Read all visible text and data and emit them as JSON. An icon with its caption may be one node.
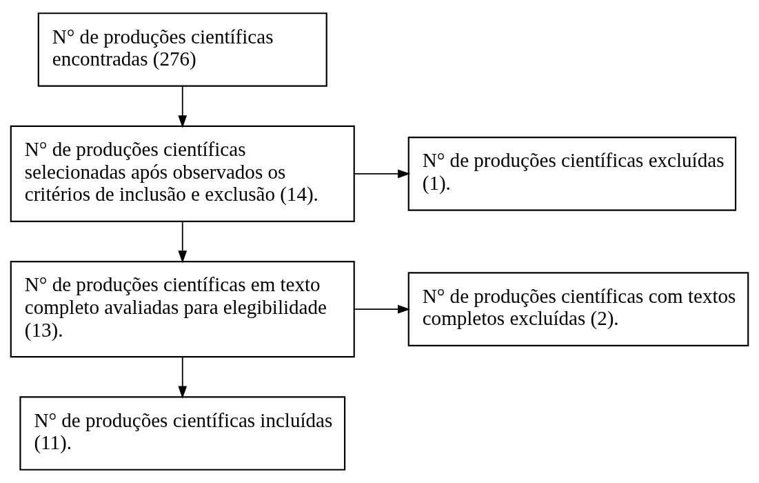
{
  "diagram": {
    "nodes": [
      {
        "text": [
          "N° de produções científicas encontradas (276)"
        ]
      },
      {
        "text": [
          "N° de produções científicas selecionadas após observados os critérios de inclusão e exclusão (14)."
        ]
      },
      {
        "text": [
          "N° de produções científicas excluídas (1)."
        ]
      },
      {
        "text": [
          "N° de produções científicas em texto completo avaliadas para elegibilidade (13)."
        ]
      },
      {
        "text": [
          "N° de produções científicas com textos completos excluídas (2)."
        ]
      },
      {
        "text": [
          "N° de produções científicas incluídas (11)."
        ]
      }
    ],
    "edges": [
      {
        "from": 0,
        "to": 1,
        "arrow": "to"
      },
      {
        "from": 1,
        "to": 2,
        "arrow": "to"
      },
      {
        "from": 1,
        "to": 3,
        "arrow": "to"
      },
      {
        "from": 3,
        "to": 4,
        "arrow": "to"
      },
      {
        "from": 3,
        "to": 5,
        "arrow": "to"
      }
    ]
  }
}
